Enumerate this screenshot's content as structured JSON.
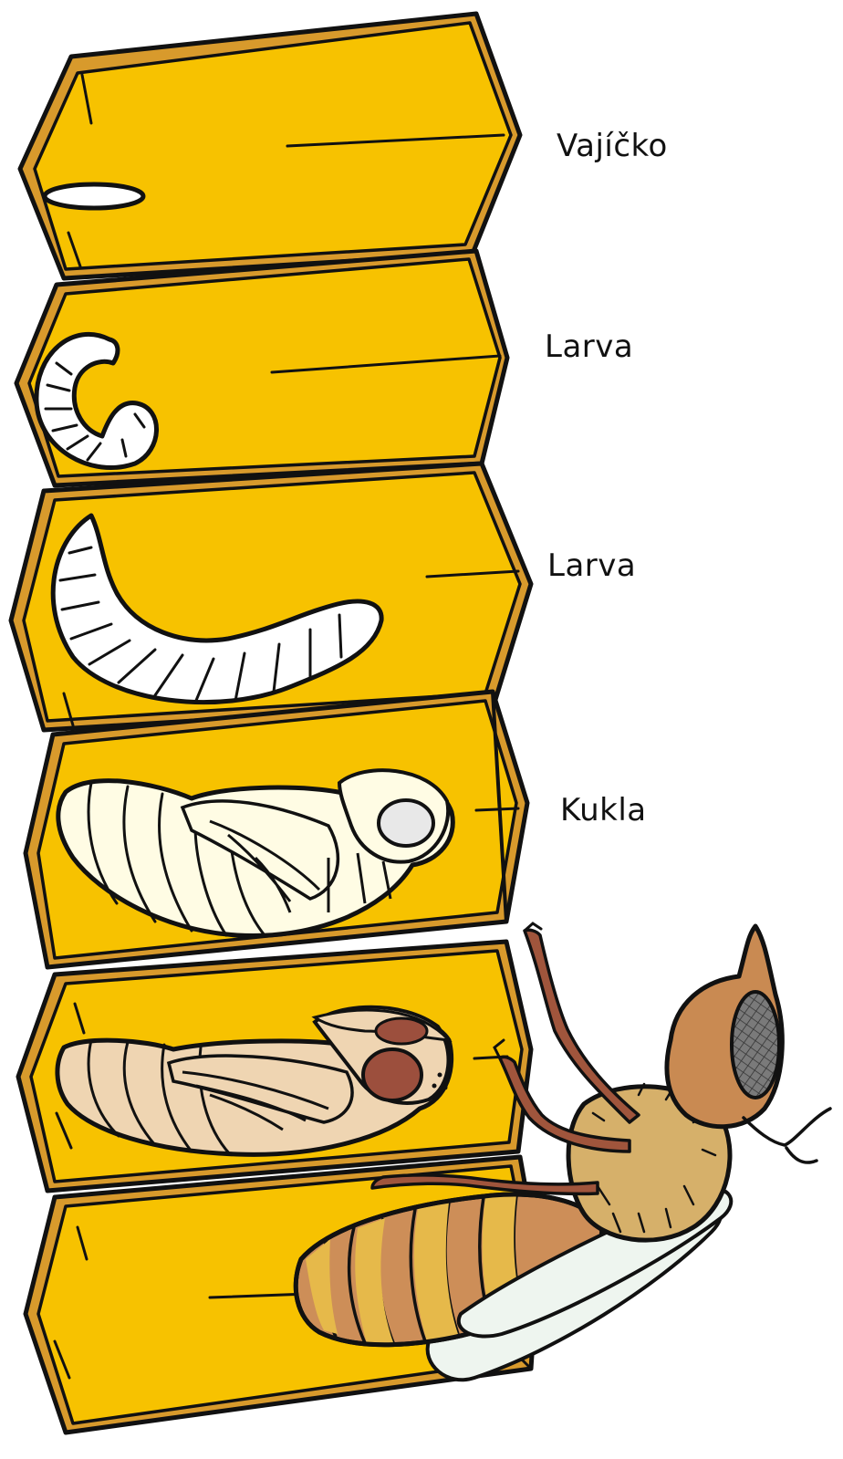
{
  "labels": {
    "egg": "Vajíčko",
    "larva_young": "Larva",
    "larva_old": "Larva",
    "pupa": "Kukla"
  },
  "colors": {
    "comb_fill": "#F7C200",
    "comb_rim": "#D89A2C",
    "outline": "#111111",
    "egg": "#FFFFFF",
    "larva": "#FFFFFF",
    "pupa_early": "#FFFCE4",
    "pupa_late": "#EFD5B2",
    "bee_head": "#C98A52",
    "bee_thorax": "#D6B06A",
    "bee_abdomen_dark": "#CD8E58",
    "bee_abdomen_light": "#E6B94A",
    "bee_wing": "#EEF5EF",
    "bee_eye": "#7A7A7A",
    "bee_leg": "#A0553C"
  },
  "icons": [
    "honeycomb-cell",
    "egg-icon",
    "larva-icon",
    "pupa-icon",
    "bee-icon"
  ]
}
